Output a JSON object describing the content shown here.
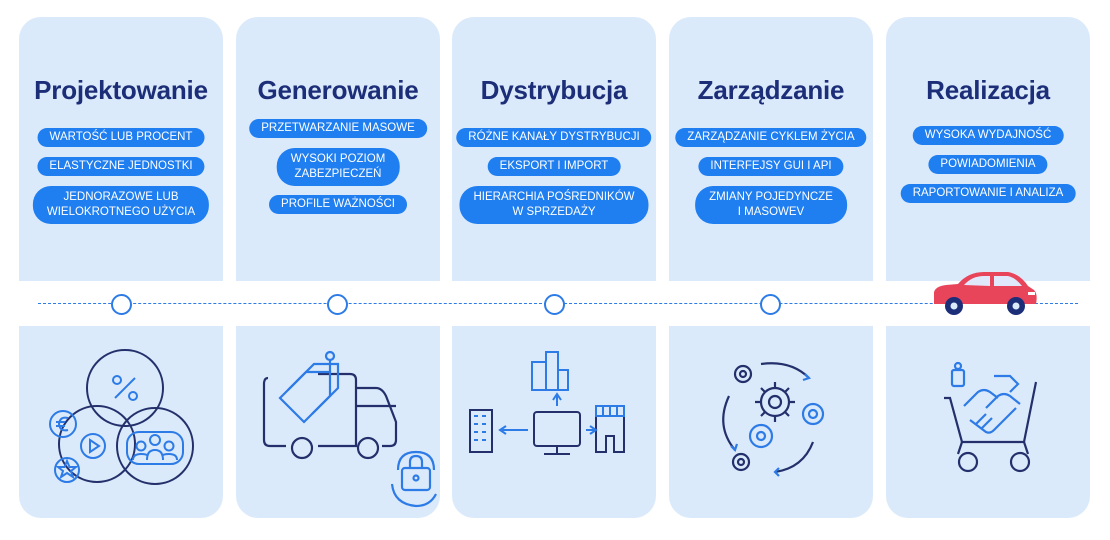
{
  "stages": [
    {
      "title": "Projektowanie",
      "pills": [
        "WARTOŚĆ LUB PROCENT",
        "ELASTYCZNE JEDNOSTKI",
        "JEDNORAZOWE LUB\nWIELOKROTNEGO UŻYCIA"
      ],
      "icon": "venn-percent-currency-people-icon"
    },
    {
      "title": "Generowanie",
      "pills": [
        "PRZETWARZANIE MASOWE",
        "WYSOKI POZIOM\nZABEZPIECZEŃ",
        "PROFILE WAŻNOŚCI"
      ],
      "icon": "truck-tag-lock-icon"
    },
    {
      "title": "Dystrybucja",
      "pills": [
        "RÓŻNE KANAŁY DYSTRYBUCJI",
        "EKSPORT I IMPORT",
        "HIERARCHIA POŚREDNIKÓW\nW SPRZEDAŻY"
      ],
      "icon": "monitor-distribution-icon"
    },
    {
      "title": "Zarządzanie",
      "pills": [
        "ZARZĄDZANIE CYKLEM ŻYCIA",
        "INTERFEJSY GUI I API",
        "ZMIANY POJEDYNCZE\nI MASOWEV"
      ],
      "icon": "gears-cycle-icon"
    },
    {
      "title": "Realizacja",
      "pills": [
        "WYSOKA WYDAJNOŚĆ",
        "POWIADOMIENIA",
        "RAPORTOWANIE I ANALIZA"
      ],
      "icon": "cart-handshake-icon"
    }
  ],
  "colors": {
    "card": "#dbeafb",
    "title": "#1c2e78",
    "pill": "#1f7ef0",
    "line": "#2d7be6",
    "car": "#e8455b",
    "icon_dark": "#23306b",
    "icon_accent": "#2d7be6"
  }
}
